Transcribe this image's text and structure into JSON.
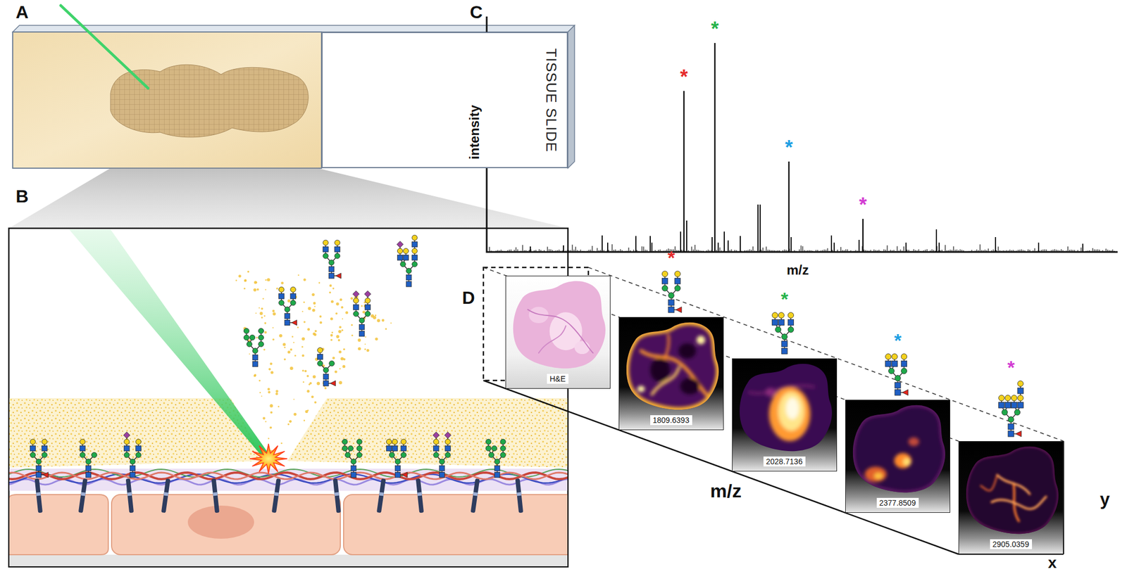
{
  "diagram": {
    "nodes": [
      {
        "text": [
          "TISSUE SLIDE"
        ]
      },
      {
        "text": [
          "H&E"
        ]
      },
      {
        "text": [
          "1809.6393"
        ]
      },
      {
        "text": [
          "2028.7136"
        ]
      },
      {
        "text": [
          "2377.8509"
        ]
      },
      {
        "text": [
          "2905.0359"
        ]
      }
    ],
    "labels": [
      "A",
      "B",
      "C",
      "intensity",
      "m/z",
      "*",
      "*",
      "*",
      "*",
      "D",
      "*",
      "*",
      "*",
      "*",
      "m/z",
      "y",
      "x"
    ]
  }
}
